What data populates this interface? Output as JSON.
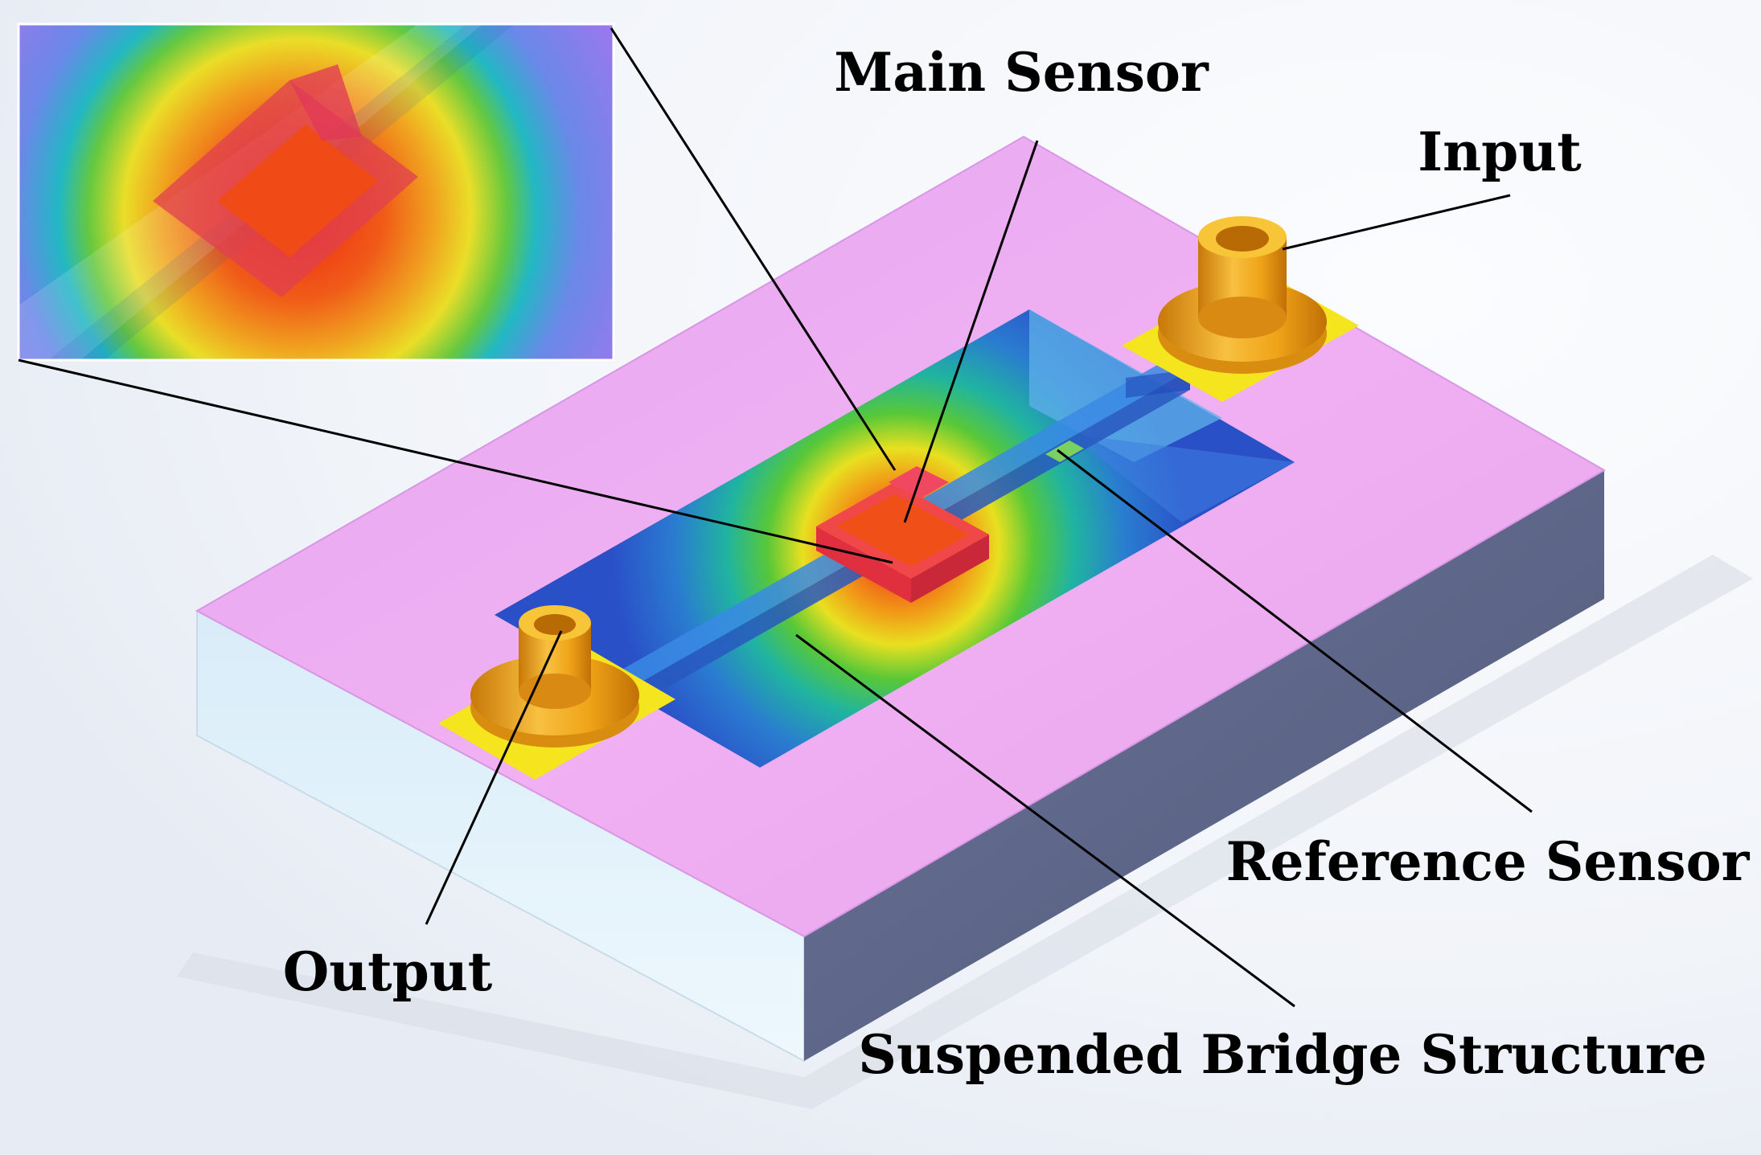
{
  "labels": {
    "main_sensor": "Main Sensor",
    "input": "Input",
    "reference_sensor": "Reference Sensor",
    "output": "Output",
    "suspended_bridge": "Suspended Bridge Structure"
  },
  "colors": {
    "chip_top": "#eeaaf0",
    "chip_front": "#e6f4fb",
    "chip_side": "#5e6788",
    "connector_gold": "#f0a818",
    "connector_pad": "#f5e51e",
    "hotspot": "#f03818",
    "cool_field": "#1f68c8",
    "leader_line": "#000000"
  }
}
